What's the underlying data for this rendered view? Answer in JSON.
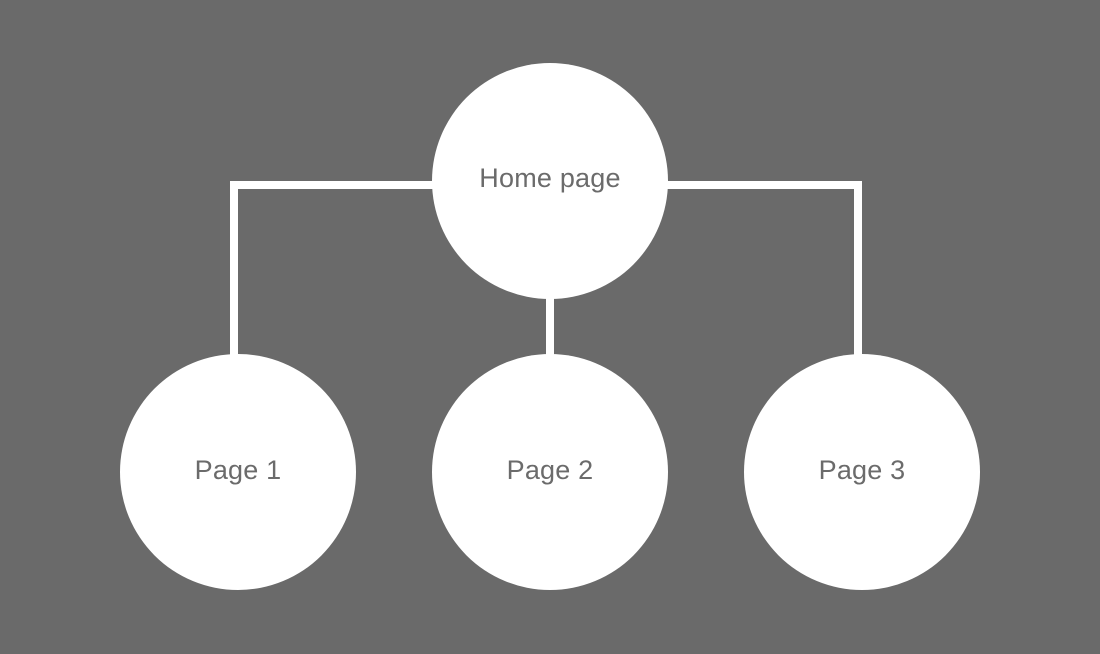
{
  "colors": {
    "background": "#6a6a6a",
    "node_fill": "#ffffff",
    "connector": "#ffffff",
    "label_text": "#6b6b6b"
  },
  "root": {
    "label": "Home page"
  },
  "children": [
    {
      "label": "Page 1"
    },
    {
      "label": "Page 2"
    },
    {
      "label": "Page 3"
    }
  ]
}
